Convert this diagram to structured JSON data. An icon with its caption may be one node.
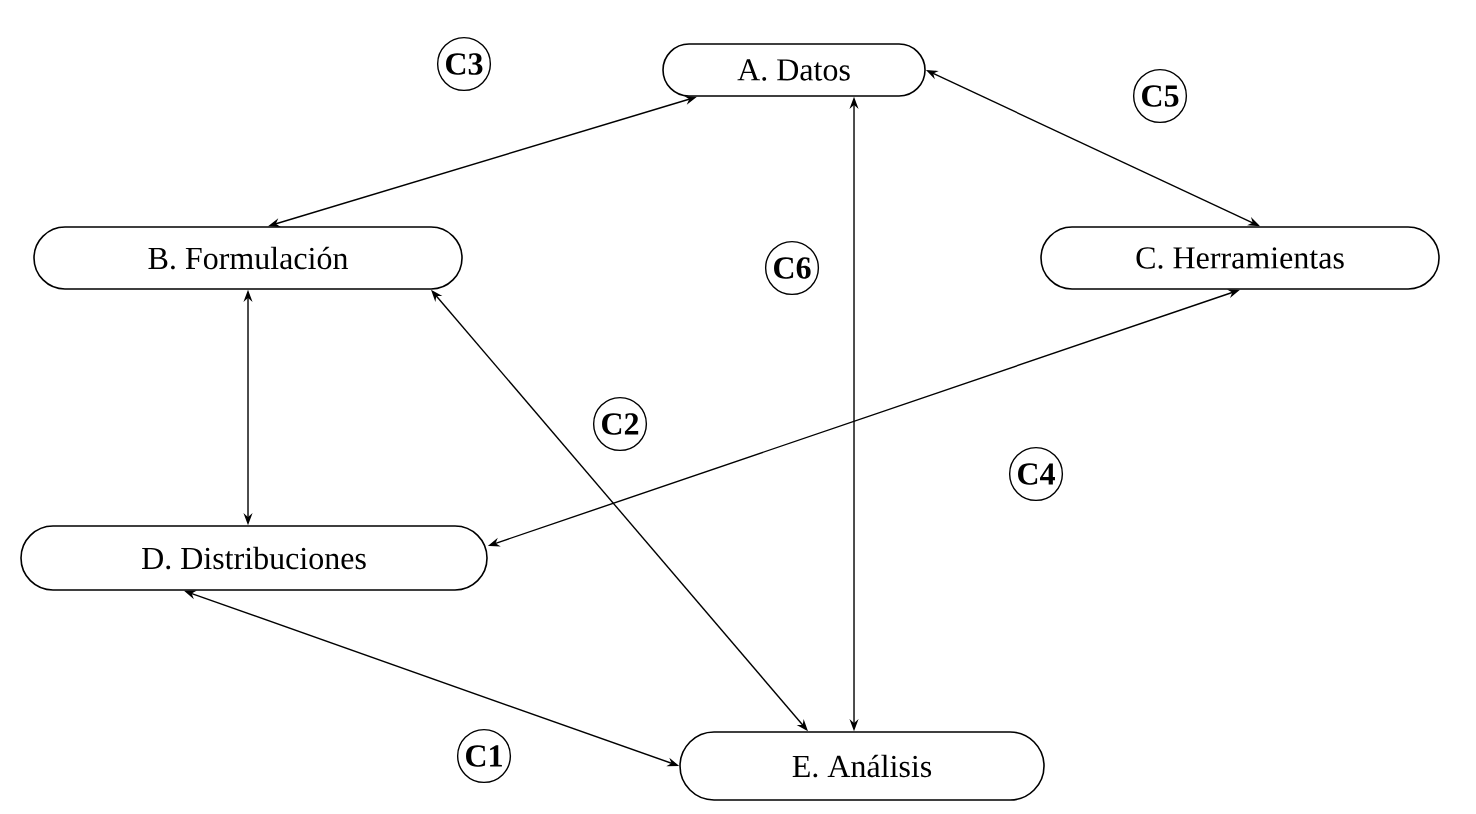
{
  "diagram": {
    "nodes": [
      {
        "text": [
          "A. Datos"
        ]
      },
      {
        "text": [
          "B. Formulación"
        ]
      },
      {
        "text": [
          "C. Herramientas"
        ]
      },
      {
        "text": [
          "D. Distribuciones"
        ]
      },
      {
        "text": [
          "E. Análisis"
        ]
      }
    ],
    "edges": [
      {
        "from": 0,
        "to": 1,
        "arrow": "both",
        "label": "C3"
      },
      {
        "from": 0,
        "to": 2,
        "arrow": "both",
        "label": "C5"
      },
      {
        "from": 0,
        "to": 4,
        "arrow": "both",
        "label": "C6"
      },
      {
        "from": 1,
        "to": 3,
        "arrow": "both"
      },
      {
        "from": 1,
        "to": 4,
        "arrow": "both",
        "label": "C2"
      },
      {
        "from": 2,
        "to": 3,
        "arrow": "both",
        "label": "C4"
      },
      {
        "from": 3,
        "to": 4,
        "arrow": "both",
        "label": "C1"
      }
    ]
  }
}
